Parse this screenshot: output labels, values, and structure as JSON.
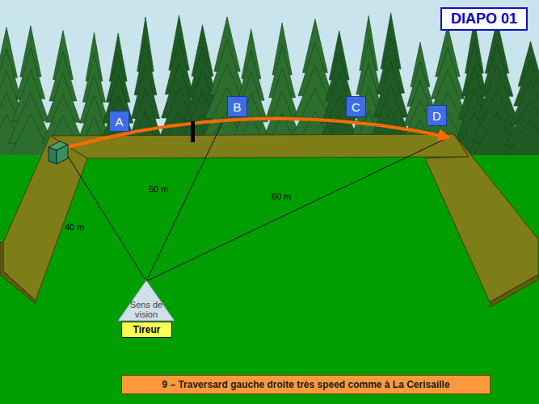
{
  "diagram": {
    "title": "DIAPO 01",
    "caption": "9 – Traversard gauche droite très speed comme à La Cerisaille",
    "nodes": [
      {
        "text": [
          "A"
        ]
      },
      {
        "text": [
          "B"
        ]
      },
      {
        "text": [
          "C"
        ]
      },
      {
        "text": [
          "D"
        ]
      },
      {
        "text": [
          "Sens de vision"
        ]
      },
      {
        "text": [
          "Tireur"
        ]
      }
    ],
    "labels": [
      "40 m",
      "50 m",
      "60 m"
    ]
  }
}
